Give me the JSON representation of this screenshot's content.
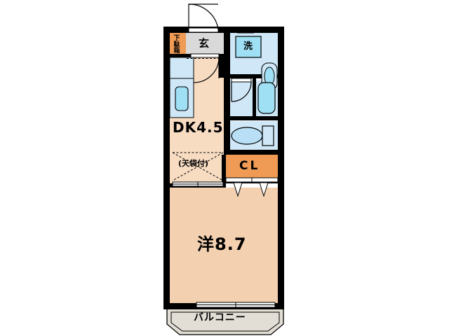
{
  "document": {
    "type": "apartment-floor-plan",
    "layout_name": "1DK"
  },
  "rooms": [
    {
      "id": "living",
      "label": "洋8.7",
      "name": "western-style-room",
      "size_jo": 8.7
    },
    {
      "id": "dk",
      "label": "DK4.5",
      "name": "dining-kitchen",
      "size_jo": 4.5
    },
    {
      "id": "entrance",
      "label": "玄",
      "name": "entrance-hall"
    },
    {
      "id": "closet",
      "label": "CL",
      "name": "closet"
    },
    {
      "id": "balcony",
      "label": "バルコニー",
      "name": "balcony"
    }
  ],
  "fixtures": [
    {
      "id": "washer",
      "label": "洗",
      "name": "washing-machine-space"
    },
    {
      "id": "shoebox",
      "label": "下駄箱",
      "name": "shoe-cabinet"
    },
    {
      "id": "bathtub",
      "label": "",
      "name": "bathtub"
    },
    {
      "id": "toilet",
      "label": "",
      "name": "toilet"
    },
    {
      "id": "sink",
      "label": "",
      "name": "kitchen-sink"
    },
    {
      "id": "basin",
      "label": "",
      "name": "wash-basin"
    }
  ],
  "annotations": {
    "overhead_storage": "(天袋付)"
  },
  "colors": {
    "wall": "#000000",
    "floor_tatami": "#f2d0b0",
    "floor_dk": "#f7dcc2",
    "water_area": "#cfe7f7",
    "closet_orange": "#ef9b55",
    "entrance_gray": "#d9d9d9",
    "balcony_gray": "#e2ded5"
  }
}
